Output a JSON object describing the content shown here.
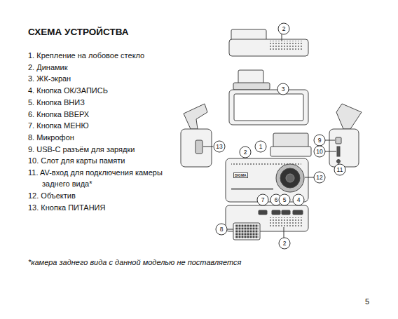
{
  "diagram": {
    "title": "СХЕМА УСТРОЙСТВА",
    "labels": [
      "1. Крепление на лобовое стекло",
      "2. Динамик",
      "3. ЖК-экран",
      "4. Кнопка ОК/ЗАПИСЬ",
      "5. Кнопка ВНИЗ",
      "6. Кнопка ВВЕРХ",
      "7. Кнопка МЕНЮ",
      "8. Микрофон",
      "9. USB-C разъём для зарядки",
      "10. Слот для карты памяти",
      "11. AV-вход для подключения камеры заднего вида*",
      "12. Объектив",
      "13. Кнопка ПИТАНИЯ",
      "*камера заднего вида с данной моделью не поставляется",
      "5",
      "DIGMA",
      "2",
      "3",
      "1",
      "2",
      "12",
      "13",
      "9",
      "10",
      "11",
      "7",
      "6",
      "5",
      "4",
      "8",
      "2"
    ]
  }
}
